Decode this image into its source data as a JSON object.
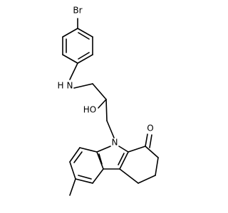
{
  "diagram": {
    "kind": "chemical-structure",
    "atoms": [
      {
        "id": "br",
        "label": "Br"
      },
      {
        "id": "nh",
        "label": "H",
        "suffix": "N"
      },
      {
        "id": "oh",
        "label": "HO"
      },
      {
        "id": "n9",
        "label": "N"
      },
      {
        "id": "o1",
        "label": "O"
      }
    ],
    "colors": {
      "bond": "#000000",
      "text": "#000000",
      "background": "#ffffff"
    }
  }
}
